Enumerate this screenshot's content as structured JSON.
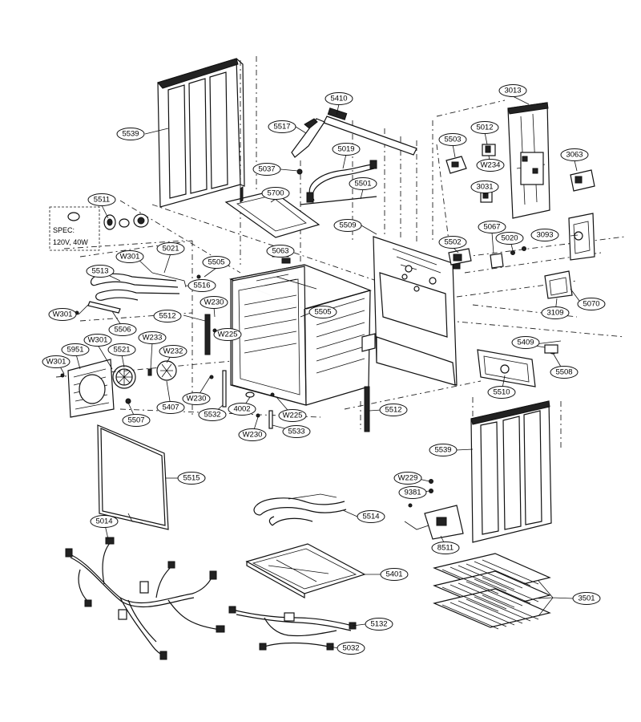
{
  "spec_note": {
    "line1": "SPEC:",
    "line2": "120V, 40W"
  },
  "labels": [
    {
      "id": "5539a",
      "text": "5539"
    },
    {
      "id": "5511",
      "text": "5511"
    },
    {
      "id": "5410",
      "text": "5410"
    },
    {
      "id": "5517",
      "text": "5517"
    },
    {
      "id": "5019",
      "text": "5019"
    },
    {
      "id": "5037",
      "text": "5037"
    },
    {
      "id": "5501",
      "text": "5501"
    },
    {
      "id": "5700",
      "text": "5700"
    },
    {
      "id": "5509",
      "text": "5509"
    },
    {
      "id": "3013",
      "text": "3013"
    },
    {
      "id": "5012",
      "text": "5012"
    },
    {
      "id": "5503",
      "text": "5503"
    },
    {
      "id": "W234",
      "text": "W234"
    },
    {
      "id": "3063",
      "text": "3063"
    },
    {
      "id": "3031",
      "text": "3031"
    },
    {
      "id": "5067",
      "text": "5067"
    },
    {
      "id": "5020",
      "text": "5020"
    },
    {
      "id": "3093",
      "text": "3093"
    },
    {
      "id": "5502",
      "text": "5502"
    },
    {
      "id": "W301a",
      "text": "W301"
    },
    {
      "id": "5021",
      "text": "5021"
    },
    {
      "id": "5505a",
      "text": "5505"
    },
    {
      "id": "5063",
      "text": "5063"
    },
    {
      "id": "5513",
      "text": "5513"
    },
    {
      "id": "5516",
      "text": "5516"
    },
    {
      "id": "W230a",
      "text": "W230"
    },
    {
      "id": "W301b",
      "text": "W301"
    },
    {
      "id": "5512a",
      "text": "5512"
    },
    {
      "id": "5505b",
      "text": "5505"
    },
    {
      "id": "5506",
      "text": "5506"
    },
    {
      "id": "W225a",
      "text": "W225"
    },
    {
      "id": "W301c",
      "text": "W301"
    },
    {
      "id": "W233",
      "text": "W233"
    },
    {
      "id": "5951",
      "text": "5951"
    },
    {
      "id": "5521",
      "text": "5521"
    },
    {
      "id": "W232",
      "text": "W232"
    },
    {
      "id": "W301d",
      "text": "W301"
    },
    {
      "id": "3109",
      "text": "3109"
    },
    {
      "id": "5070",
      "text": "5070"
    },
    {
      "id": "5409",
      "text": "5409"
    },
    {
      "id": "5508",
      "text": "5508"
    },
    {
      "id": "5510",
      "text": "5510"
    },
    {
      "id": "W230b",
      "text": "W230"
    },
    {
      "id": "5407",
      "text": "5407"
    },
    {
      "id": "5532",
      "text": "5532"
    },
    {
      "id": "4002",
      "text": "4002"
    },
    {
      "id": "W225b",
      "text": "W225"
    },
    {
      "id": "5512b",
      "text": "5512"
    },
    {
      "id": "5507",
      "text": "5507"
    },
    {
      "id": "W230c",
      "text": "W230"
    },
    {
      "id": "5533",
      "text": "5533"
    },
    {
      "id": "5539b",
      "text": "5539"
    },
    {
      "id": "5515",
      "text": "5515"
    },
    {
      "id": "W229",
      "text": "W229"
    },
    {
      "id": "9381",
      "text": "9381"
    },
    {
      "id": "5014",
      "text": "5014"
    },
    {
      "id": "5514",
      "text": "5514"
    },
    {
      "id": "8511",
      "text": "8511"
    },
    {
      "id": "5401",
      "text": "5401"
    },
    {
      "id": "3501",
      "text": "3501"
    },
    {
      "id": "5132",
      "text": "5132"
    },
    {
      "id": "5032",
      "text": "5032"
    }
  ]
}
